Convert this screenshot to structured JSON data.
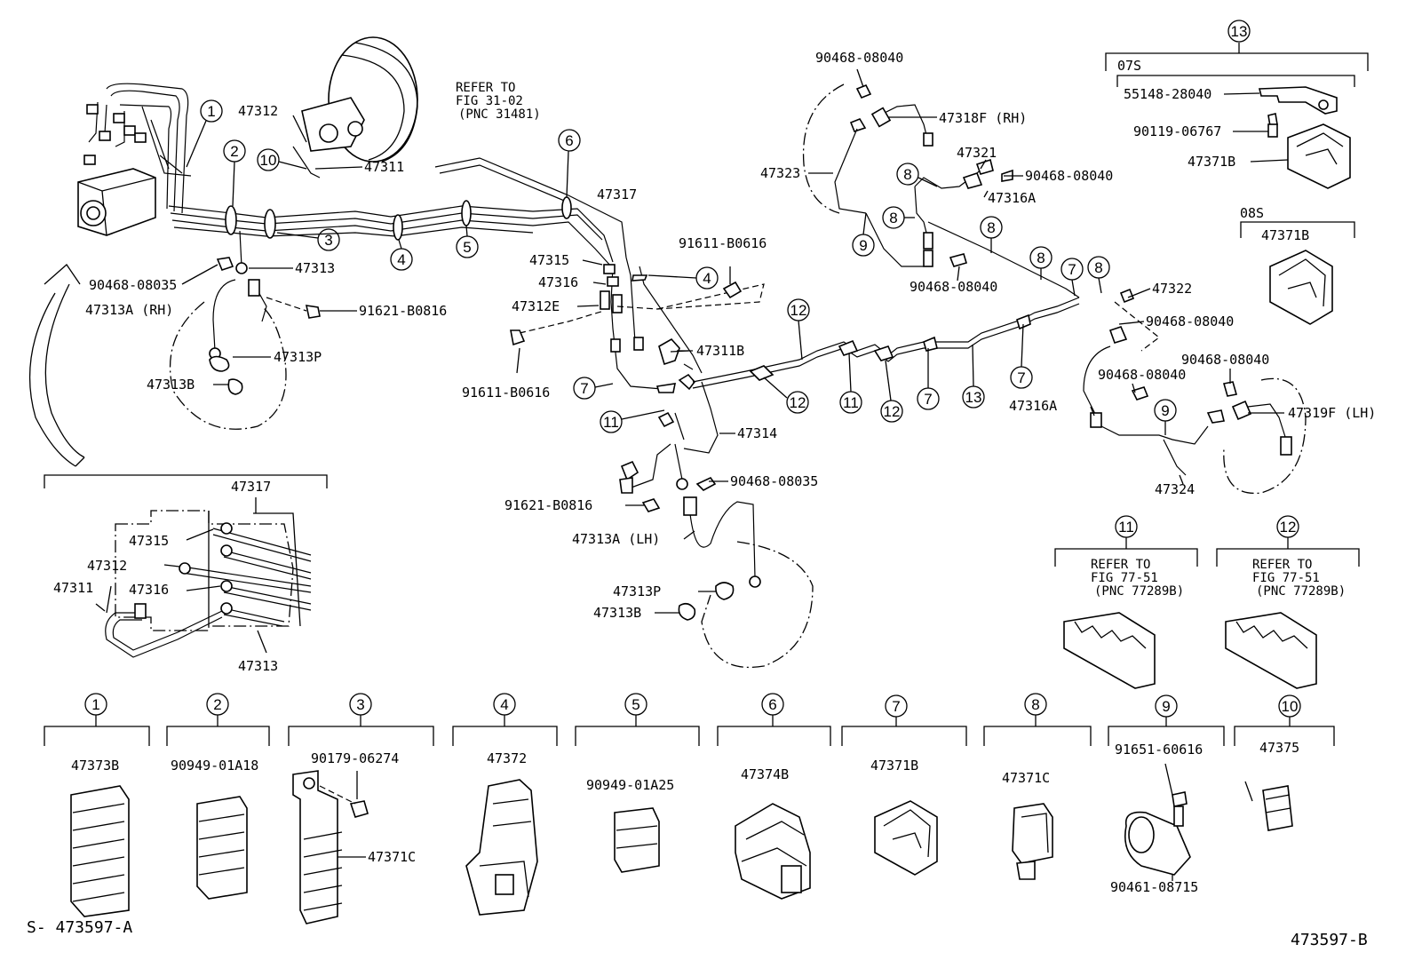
{
  "diagram": {
    "codes": {
      "bottom_left": "S- 473597-A",
      "bottom_right": "473597-B"
    },
    "refer": {
      "main": [
        "REFER TO",
        "FIG 31-02",
        "(PNC 31481)"
      ],
      "box11": [
        "REFER TO",
        "FIG 77-51",
        "(PNC 77289B)"
      ],
      "box12": [
        "REFER TO",
        "FIG 77-51",
        "(PNC 77289B)"
      ]
    },
    "labels": {
      "l47312": "47312",
      "l47311": "47311",
      "l47313": "47313",
      "l90468_08035_a": "90468-08035",
      "l47313A_rh": "47313A (RH)",
      "l91621_b0816_a": "91621-B0816",
      "l47313P_a": "47313P",
      "l47313B_a": "47313B",
      "l47317": "47317",
      "l47315": "47315",
      "l47316": "47316",
      "l47312E": "47312E",
      "l91611_b0616_a": "91611-B0616",
      "l91611_b0616_b": "91611-B0616",
      "l47311B": "47311B",
      "l47314": "47314",
      "l90468_08035_b": "90468-08035",
      "l91621_b0816_b": "91621-B0816",
      "l47313A_lh": "47313A (LH)",
      "l47313P_b": "47313P",
      "l47313B_b": "47313B",
      "l90468_08040_a": "90468-08040",
      "l47318F": "47318F (RH)",
      "l47323": "47323",
      "l47321": "47321",
      "l90468_08040_b": "90468-08040",
      "l47316A_a": "47316A",
      "l90468_08040_c": "90468-08040",
      "l47322": "47322",
      "l90468_08040_d": "90468-08040",
      "l90468_08040_e": "90468-08040",
      "l90468_08040_f": "90468-08040",
      "l47316A_b": "47316A",
      "l47319F": "47319F (LH)",
      "l47324": "47324",
      "ins47317": "47317",
      "ins47315": "47315",
      "ins47312": "47312",
      "ins47311": "47311",
      "ins47316": "47316",
      "ins47313": "47313",
      "b13_07S": "07S",
      "b13_55148": "55148-28040",
      "b13_90119": "90119-06767",
      "b13_47371B": "47371B",
      "b08S": "08S",
      "b08S_47371B": "47371B",
      "k1": "47373B",
      "k2": "90949-01A18",
      "k3a": "90179-06274",
      "k3b": "47371C",
      "k4": "47372",
      "k5": "90949-01A25",
      "k6": "47374B",
      "k7": "47371B",
      "k8": "47371C",
      "k9a": "91651-60616",
      "k9b": "90461-08715",
      "k10": "47375"
    },
    "callouts": {
      "c1": "1",
      "c2": "2",
      "c3": "3",
      "c4a": "4",
      "c5": "5",
      "c6": "6",
      "c10": "10",
      "c4b": "4",
      "c7a": "7",
      "c11a": "11",
      "c12a": "12",
      "c12b": "12",
      "c11b": "11",
      "c12c": "12",
      "c7b": "7",
      "c13a": "13",
      "c7c": "7",
      "c8a": "8",
      "c8b": "8",
      "c9a": "9",
      "c8c": "8",
      "c8d": "8",
      "c7d": "7",
      "c8e": "8",
      "c9b": "9",
      "c13top": "13",
      "c11box": "11",
      "c12box": "12",
      "k1": "1",
      "k2": "2",
      "k3": "3",
      "k4": "4",
      "k5": "5",
      "k6": "6",
      "k7": "7",
      "k8": "8",
      "k9": "9",
      "k10": "10"
    }
  }
}
